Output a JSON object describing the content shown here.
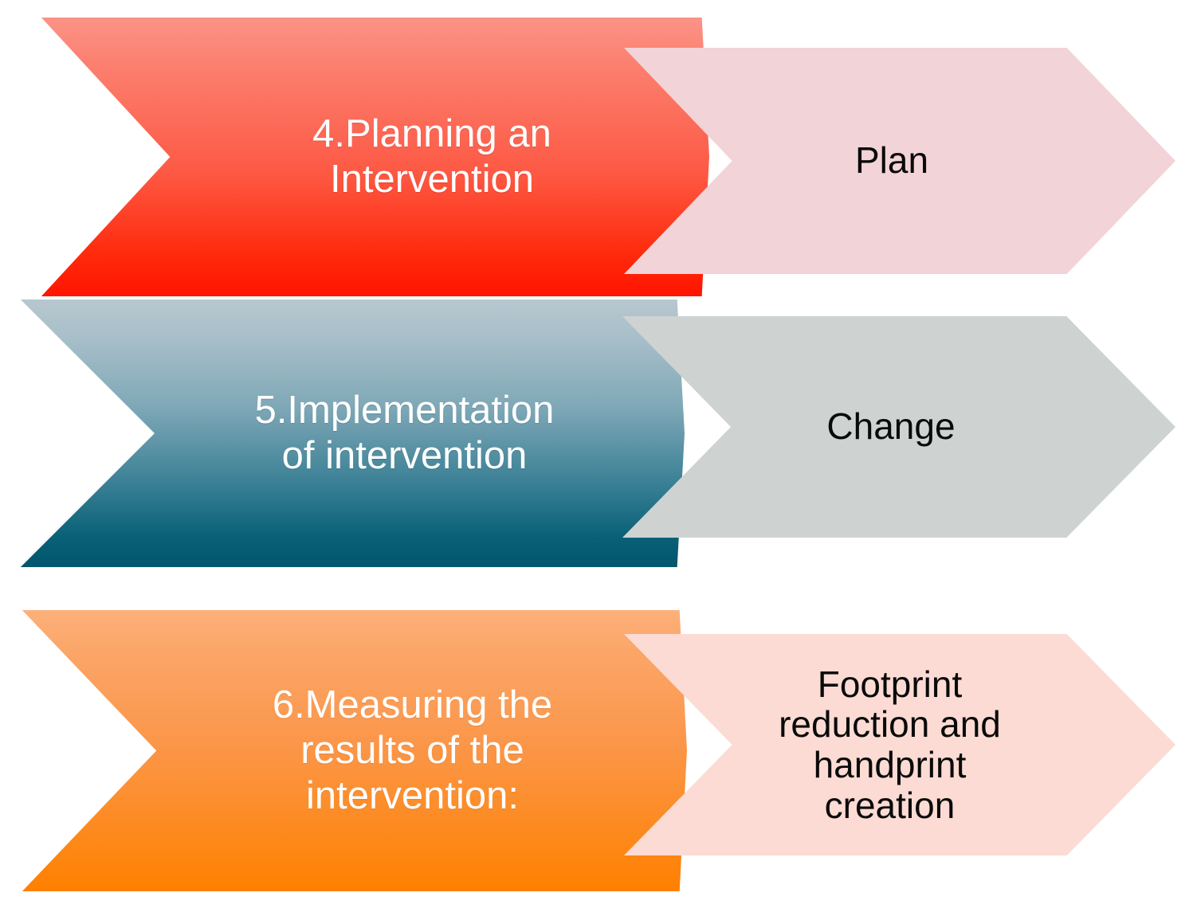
{
  "diagram": {
    "title": "Intervention process chevron diagram",
    "type": "chevron-process",
    "rows": [
      {
        "id": "row-plan",
        "step": {
          "name": "planning-step",
          "label": "4.Planning an\nIntervention",
          "text_color": "#ffffff",
          "fill_top": "#fb9386",
          "fill_bottom": "#ff1400"
        },
        "outcome": {
          "name": "plan-outcome",
          "label": "Plan",
          "text_color": "#0a0a0a",
          "fill": "#f2d3d7"
        }
      },
      {
        "id": "row-implementation",
        "step": {
          "name": "implementation-step",
          "label": "5.Implementation\nof intervention",
          "text_color": "#ffffff",
          "fill_top": "#b7c7cf",
          "fill_bottom": "#00566c"
        },
        "outcome": {
          "name": "change-outcome",
          "label": "Change",
          "text_color": "#0a0a0a",
          "fill": "#ced3d2"
        }
      },
      {
        "id": "row-measuring",
        "step": {
          "name": "measuring-step",
          "label": "6.Measuring the\nresults of the\nintervention:",
          "text_color": "#ffffff",
          "fill_top": "#fcb079",
          "fill_bottom": "#ff8000"
        },
        "outcome": {
          "name": "footprint-outcome",
          "label": "Footprint\nreduction and\nhandprint\ncreation",
          "text_color": "#0a0a0a",
          "fill": "#fbdbd3"
        }
      }
    ]
  }
}
